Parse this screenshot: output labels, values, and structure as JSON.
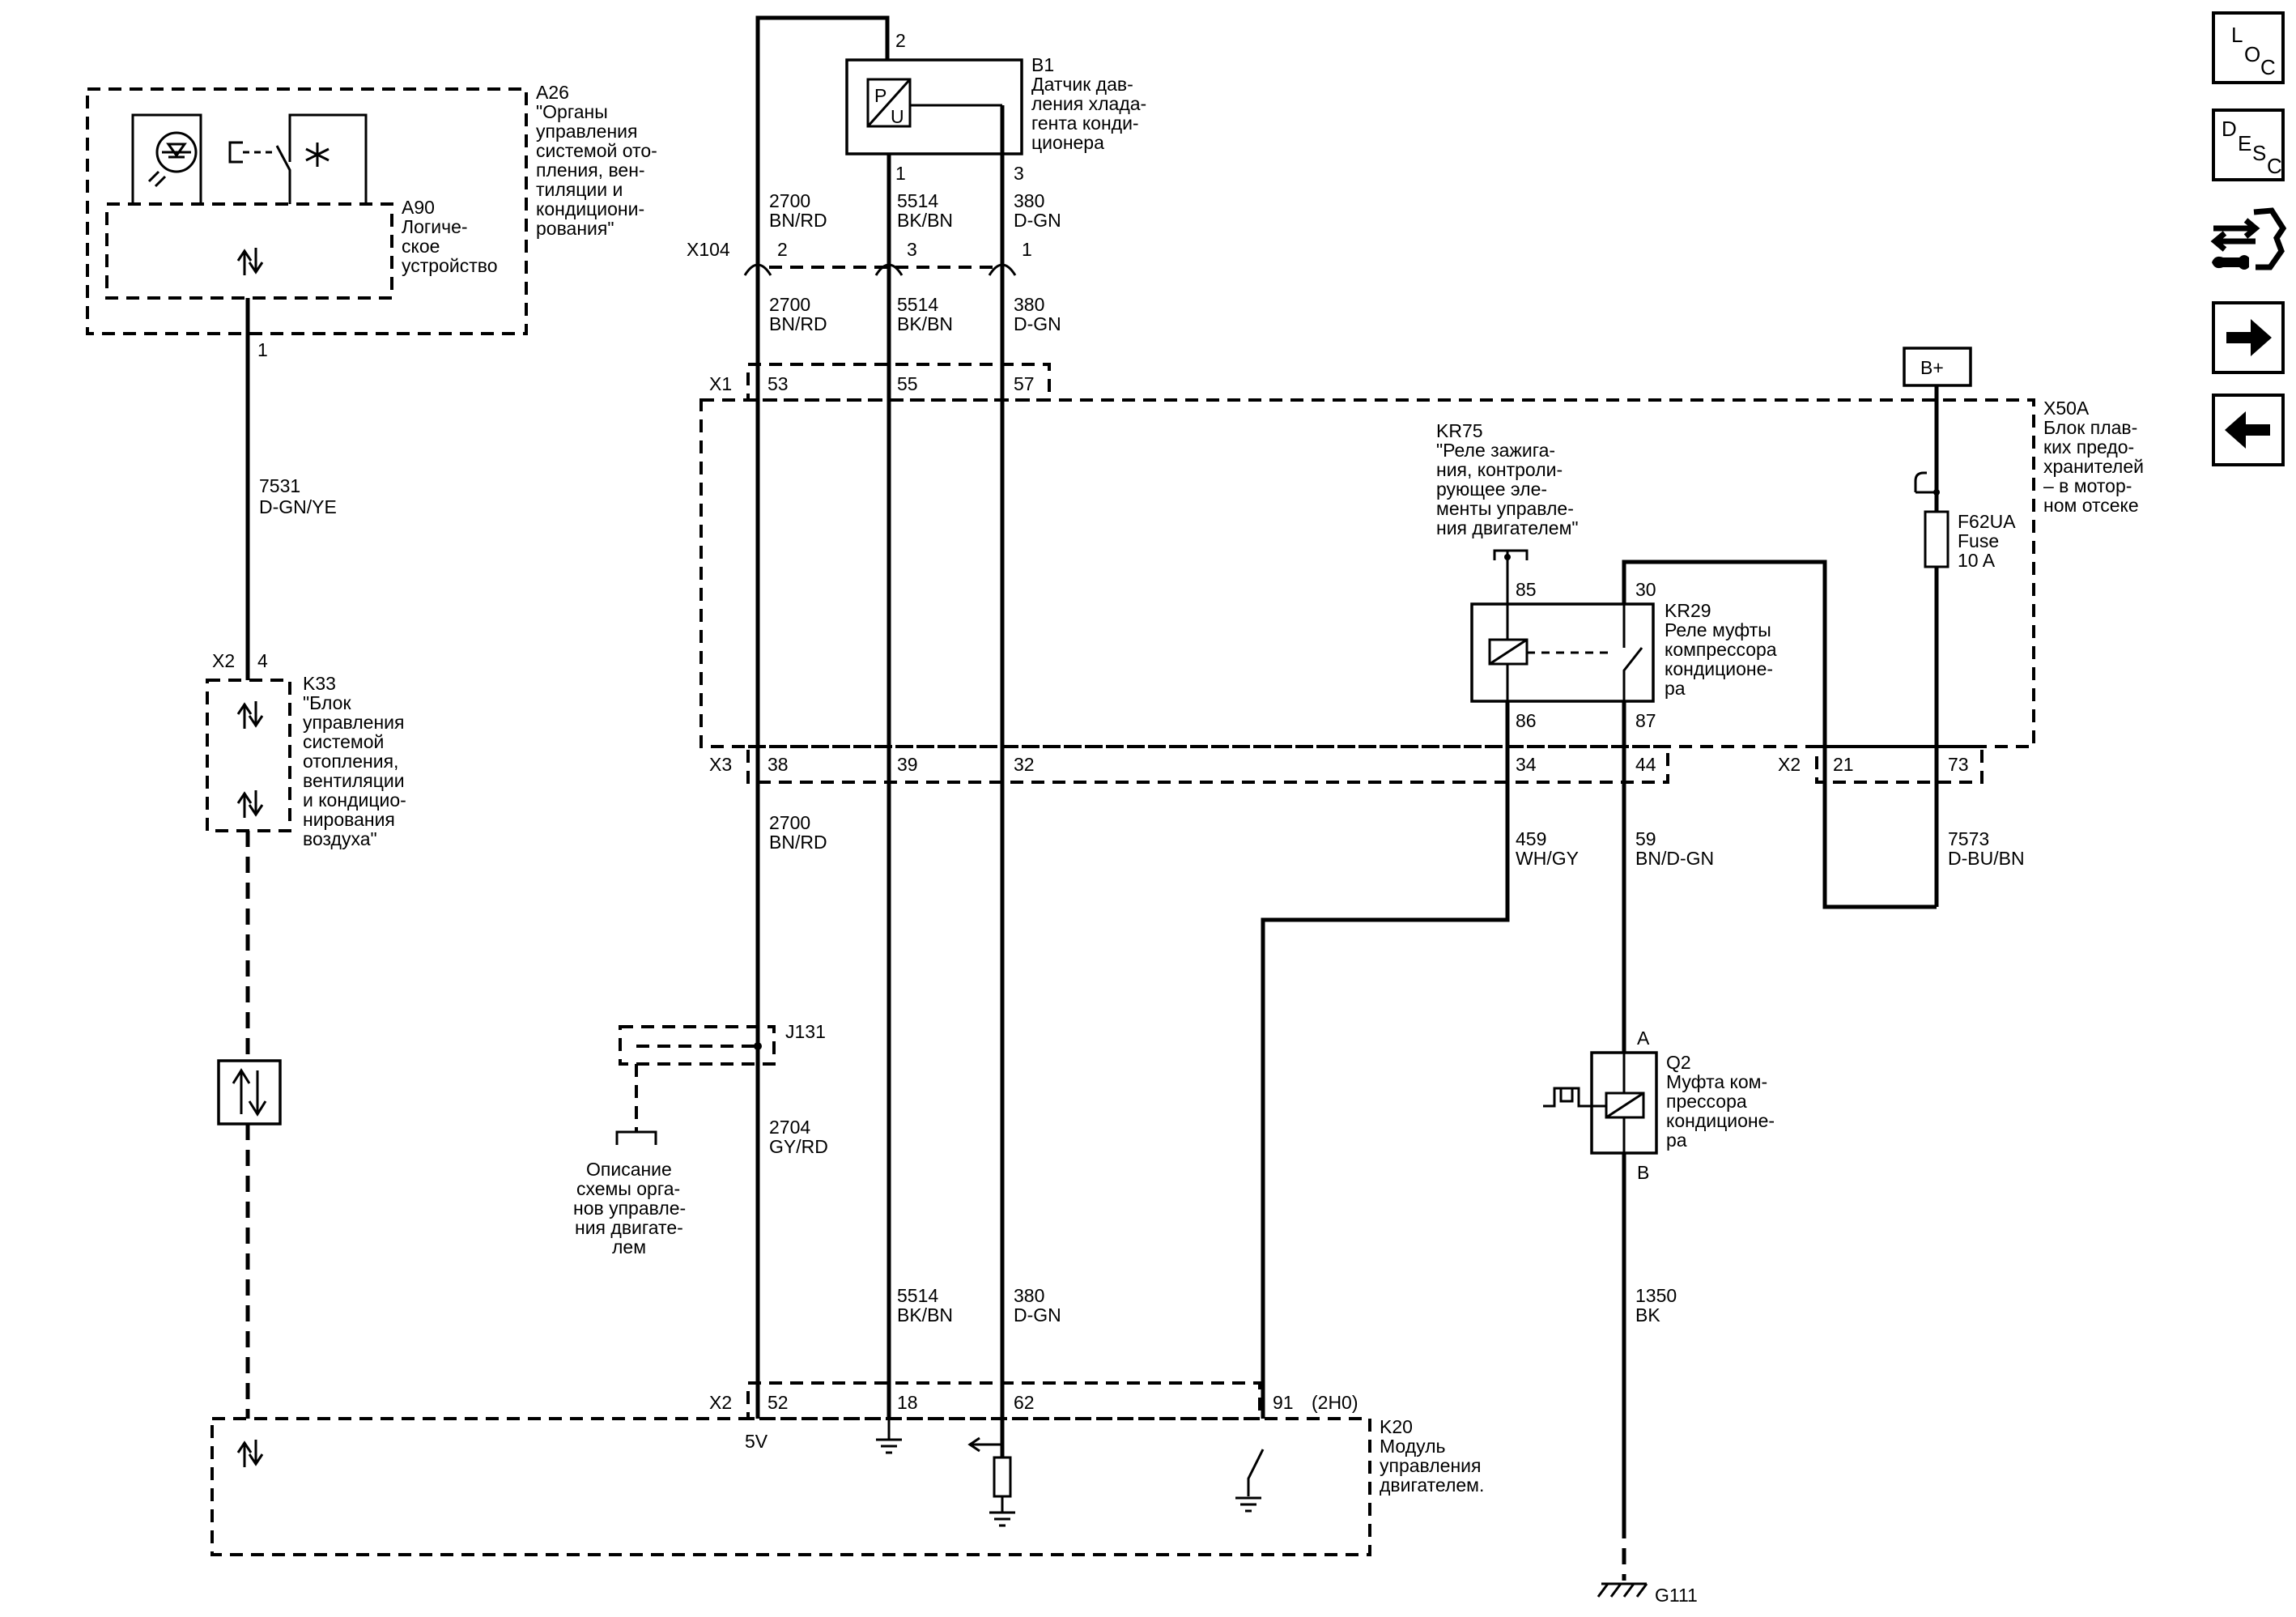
{
  "components": {
    "a26": {
      "ref": "A26",
      "desc": [
        "\"Органы",
        "управления",
        "системой ото-",
        "пления, вен-",
        "тиляции и",
        "кондициони-",
        "рования\""
      ]
    },
    "a90": {
      "ref": "A90",
      "desc": [
        "Логиче-",
        "ское",
        "устройство"
      ]
    },
    "b1": {
      "ref": "B1",
      "desc": [
        "Датчик дав-",
        "ления хлада-",
        "гента конди-",
        "ционера"
      ],
      "symbol": [
        "P",
        "U"
      ]
    },
    "k33": {
      "ref": "K33",
      "desc": [
        "\"Блок",
        "управления",
        "системой",
        "отопления,",
        "вентиляции",
        "и кондицио-",
        "нирования",
        "воздуха\""
      ]
    },
    "x50a": {
      "ref": "X50A",
      "desc": [
        "Блок плав-",
        "ких предо-",
        "хранителей",
        "– в мотор-",
        "ном отсеке"
      ]
    },
    "kr75": {
      "ref": "KR75",
      "desc": [
        "\"Реле зажига-",
        "ния, контроли-",
        "рующее эле-",
        "менты управле-",
        "ния двигателем\""
      ]
    },
    "kr29": {
      "ref": "KR29",
      "desc": [
        "Реле муфты",
        "компрессора",
        "кондиционе-",
        "ра"
      ]
    },
    "f62ua": {
      "ref": "F62UA",
      "desc": [
        "Fuse",
        "10 A"
      ]
    },
    "q2": {
      "ref": "Q2",
      "desc": [
        "Муфта ком-",
        "прессора",
        "кондиционе-",
        "ра"
      ]
    },
    "j131": {
      "ref": "J131"
    },
    "k20": {
      "ref": "K20",
      "desc": [
        "Модуль",
        "управления",
        "двигателем."
      ]
    },
    "g111": {
      "ref": "G111"
    },
    "bplus": {
      "label": "B+"
    },
    "ecm_ref": {
      "desc": [
        "Описание",
        "схемы орга-",
        "нов управле-",
        "ния двигате-",
        "лем"
      ]
    }
  },
  "connectors": {
    "x104": {
      "ref": "X104",
      "pins": [
        "2",
        "3",
        "1"
      ]
    },
    "x1": {
      "ref": "X1",
      "pins": [
        "53",
        "55",
        "57"
      ]
    },
    "x3": {
      "ref": "X3",
      "pins": [
        "38",
        "39",
        "32",
        "34",
        "44"
      ]
    },
    "x2a": {
      "ref": "X2",
      "pins": [
        "21",
        "73"
      ]
    },
    "x2k33": {
      "ref": "X2",
      "pin": "4"
    },
    "x2k20": {
      "ref": "X2",
      "pins": [
        "52",
        "18",
        "62",
        "91"
      ],
      "note": "(2H0)",
      "v5": "5V"
    },
    "a90pin": "1",
    "b1pins": [
      "2",
      "1",
      "3"
    ],
    "kr29pins": [
      "85",
      "30",
      "86",
      "87"
    ],
    "q2pins": [
      "A",
      "B"
    ]
  },
  "wires": {
    "w2700a": {
      "num": "2700",
      "color": "BN/RD"
    },
    "w5514a": {
      "num": "5514",
      "color": "BK/BN"
    },
    "w380a": {
      "num": "380",
      "color": "D-GN"
    },
    "w2700b": {
      "num": "2700",
      "color": "BN/RD"
    },
    "w5514b": {
      "num": "5514",
      "color": "BK/BN"
    },
    "w380b": {
      "num": "380",
      "color": "D-GN"
    },
    "w2700c": {
      "num": "2700",
      "color": "BN/RD"
    },
    "w2704": {
      "num": "2704",
      "color": "GY/RD"
    },
    "w5514c": {
      "num": "5514",
      "color": "BK/BN"
    },
    "w380c": {
      "num": "380",
      "color": "D-GN"
    },
    "w7531": {
      "num": "7531",
      "color": "D-GN/YE"
    },
    "w459": {
      "num": "459",
      "color": "WH/GY"
    },
    "w59": {
      "num": "59",
      "color": "BN/D-GN"
    },
    "w7573": {
      "num": "7573",
      "color": "D-BU/BN"
    },
    "w1350": {
      "num": "1350",
      "color": "BK"
    }
  },
  "nav": {
    "loc": {
      "letters": [
        "L",
        "O",
        "C"
      ]
    },
    "desc": {
      "letters": [
        "D",
        "E",
        "S",
        "C"
      ]
    },
    "icons": [
      "connector-repair-icon",
      "arrow-right-icon",
      "arrow-left-icon"
    ]
  }
}
